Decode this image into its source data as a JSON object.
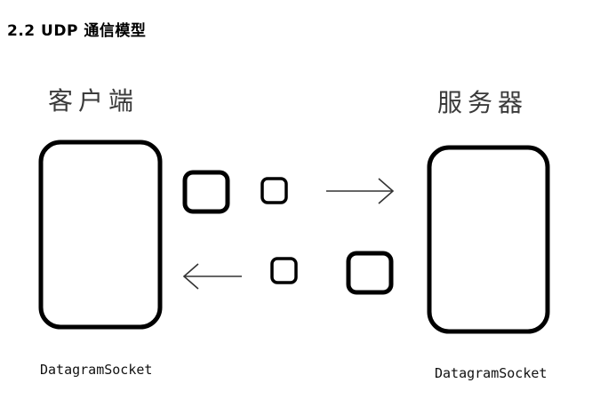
{
  "section_title": "2.2 UDP 通信模型",
  "client": {
    "label": "客户端",
    "socket_label": "DatagramSocket"
  },
  "server": {
    "label": "服务器",
    "socket_label": "DatagramSocket"
  }
}
